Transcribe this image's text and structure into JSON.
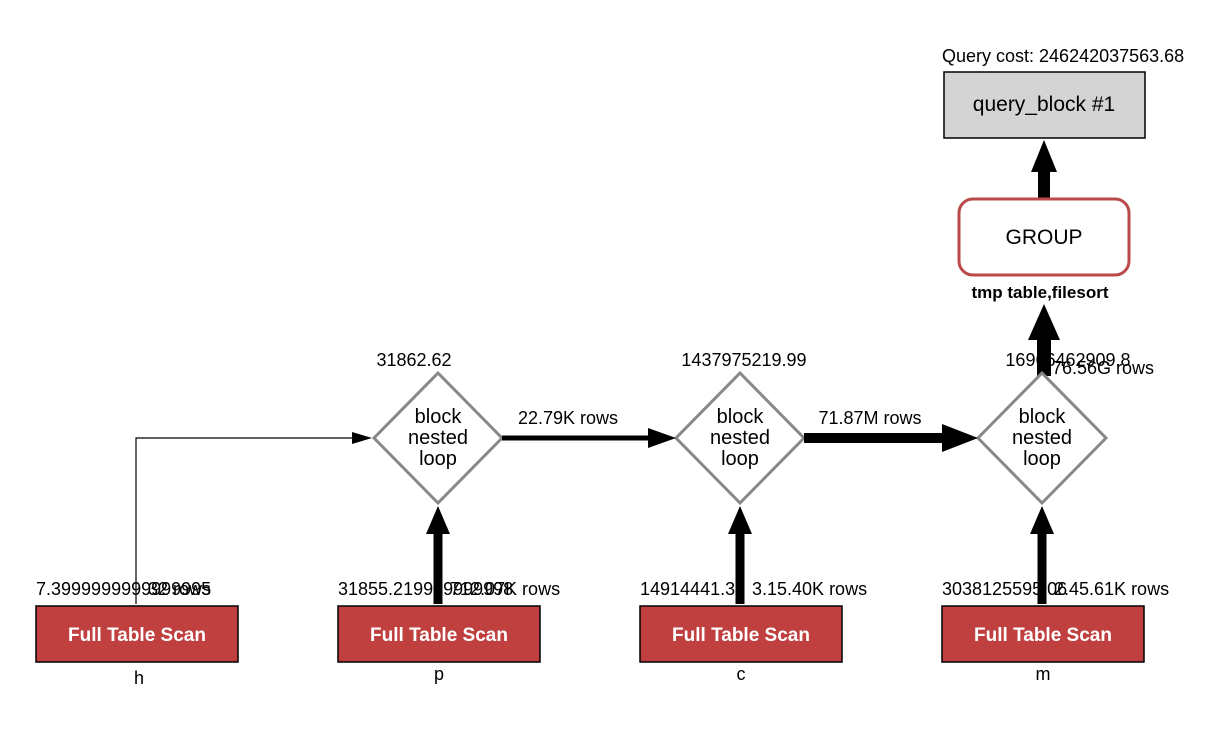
{
  "query_cost_label": "Query cost: 246242037563.68",
  "query_block": {
    "label": "query_block #1",
    "fill": "#d4d4d4"
  },
  "group_node": {
    "label": "GROUP",
    "note": "tmp table,filesort",
    "border_color": "#b94a48"
  },
  "colors": {
    "scan_fill": "#c04040",
    "diamond_stroke": "#888888",
    "edge": "#000000"
  },
  "joins": [
    {
      "cost": "31862.62",
      "lines": [
        "block",
        "nested",
        "loop"
      ]
    },
    {
      "cost": "1437975219.99",
      "lines": [
        "block",
        "nested",
        "loop"
      ]
    },
    {
      "cost": "16966462909.8",
      "lines": [
        "block",
        "nested",
        "loop"
      ]
    }
  ],
  "join_edges": [
    {
      "rows": "22.79K rows"
    },
    {
      "rows": "71.87M rows"
    },
    {
      "rows": "176.56G rows"
    }
  ],
  "scans": [
    {
      "table": "h",
      "label": "Full Table Scan",
      "cost": "7.3999999999999995",
      "rows": "32 rows"
    },
    {
      "table": "p",
      "label": "Full Table Scan",
      "cost": "31855.219999999998",
      "rows": "712.07K rows"
    },
    {
      "table": "c",
      "label": "Full Table Scan",
      "cost": "14914441.33",
      "rows": "3.15.40K rows"
    },
    {
      "table": "m",
      "label": "Full Table Scan",
      "cost": "3038125595.06",
      "rows": "2.45.61K rows"
    }
  ]
}
